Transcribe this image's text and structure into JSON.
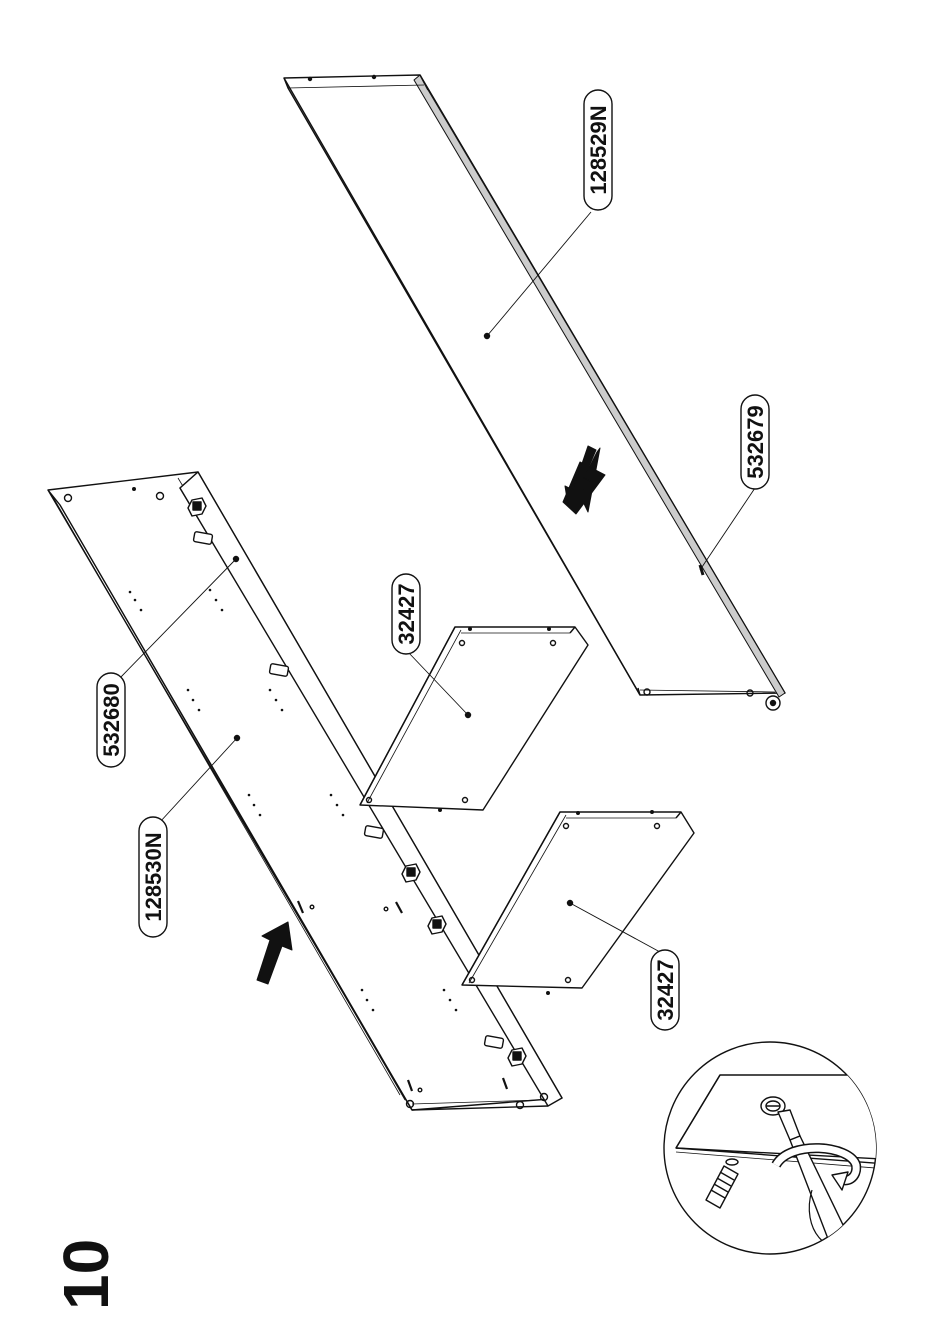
{
  "step": {
    "number": "10"
  },
  "parts": {
    "top_panel": "128529N",
    "top_rail": "532679",
    "bottom_rail": "532680",
    "bottom_panel": "128530N",
    "side_upper": "32427",
    "side_lower": "32427"
  },
  "colors": {
    "ink": "#111111",
    "paper": "#ffffff",
    "shade": "#cccccc"
  },
  "icons": {
    "arrows": "arrow-icon",
    "detail": "screwdriver-icon",
    "cam": "cam-lock-icon"
  }
}
